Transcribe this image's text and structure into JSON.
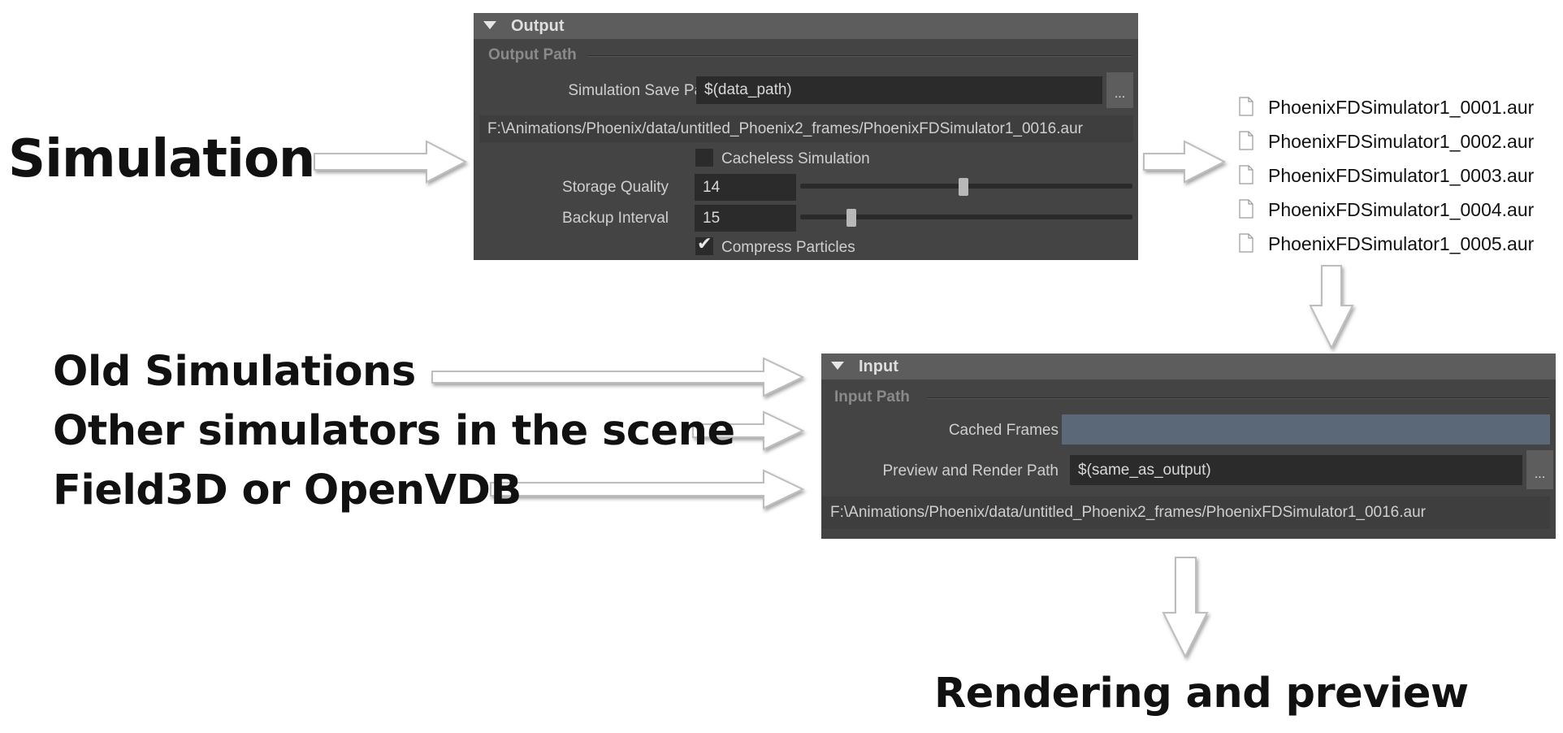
{
  "labels": {
    "simulation": "Simulation",
    "old_simulations": "Old Simulations",
    "other_simulators": "Other simulators in the scene",
    "field3d": "Field3D or OpenVDB",
    "rendering": "Rendering and preview"
  },
  "output_panel": {
    "title": "Output",
    "section": "Output Path",
    "save_path_label": "Simulation Save Path",
    "save_path_value": "$(data_path)",
    "browse_label": "...",
    "resolved_path": "F:\\Animations/Phoenix/data/untitled_Phoenix2_frames/PhoenixFDSimulator1_0016.aur",
    "cacheless_label": "Cacheless Simulation",
    "cacheless_checked": false,
    "storage_quality_label": "Storage Quality",
    "storage_quality_value": "14",
    "backup_interval_label": "Backup Interval",
    "backup_interval_value": "15",
    "compress_label": "Compress Particles",
    "compress_checked": true
  },
  "files": [
    "PhoenixFDSimulator1_0001.aur",
    "PhoenixFDSimulator1_0002.aur",
    "PhoenixFDSimulator1_0003.aur",
    "PhoenixFDSimulator1_0004.aur",
    "PhoenixFDSimulator1_0005.aur"
  ],
  "input_panel": {
    "title": "Input",
    "section": "Input Path",
    "cached_frames_label": "Cached Frames",
    "cached_frames_value": "",
    "render_path_label": "Preview and Render Path",
    "render_path_value": "$(same_as_output)",
    "browse_label": "...",
    "resolved_path": "F:\\Animations/Phoenix/data/untitled_Phoenix2_frames/PhoenixFDSimulator1_0016.aur"
  },
  "colors": {
    "panel_bg": "#444444",
    "panel_header": "#5d5d5d",
    "field_bg": "#2b2b2b",
    "cached_frames_bg": "#5b6878",
    "arrow_fill": "#ffffff",
    "arrow_stroke": "#bdbdbd"
  }
}
